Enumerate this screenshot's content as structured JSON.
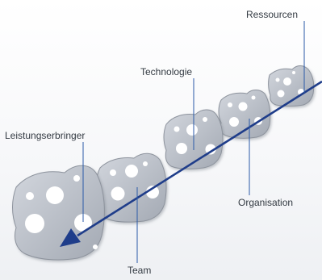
{
  "labels": {
    "ressourcen": "Ressourcen",
    "technologie": "Technologie",
    "leistungserbringer": "Leistungserbringer",
    "organisation": "Organisation",
    "team": "Team"
  },
  "colors": {
    "slice_fill": "#b4bac4",
    "slice_edge": "#8d939d",
    "hole": "#ffffff",
    "arrow": "#1f3d8a",
    "leader_line": "#2b5aa8",
    "label_text": "#333a42"
  }
}
